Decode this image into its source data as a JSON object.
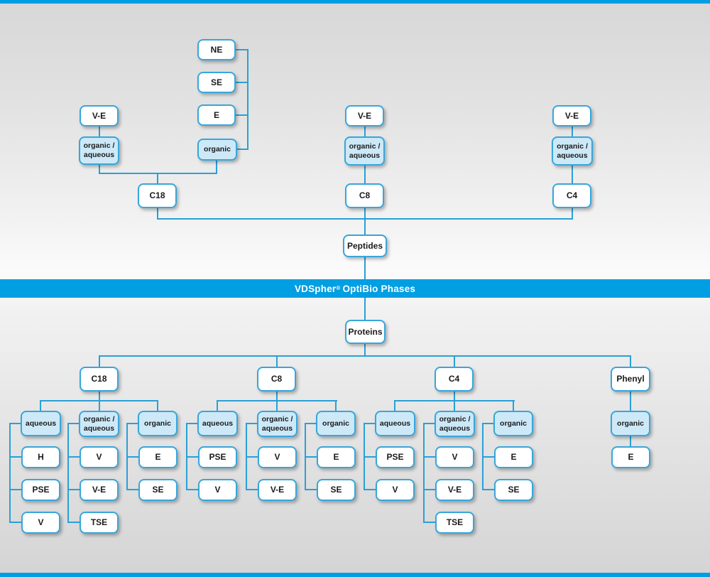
{
  "colors": {
    "banner_blue": "#009ee2",
    "line_blue": "#2aa0d7",
    "box_border_blue": "#38a6db",
    "box_fill_light_blue": "#cde9f8"
  },
  "banner": {
    "brand": "VDSpher",
    "registered": "®",
    "rest": "OptiBio Phases"
  },
  "peptides": {
    "root": "Peptides",
    "c18": {
      "label": "C18",
      "ve": "V-E",
      "organic_aqueous": "organic /\naqueous",
      "organic": "organic",
      "chain": [
        "NE",
        "SE",
        "E"
      ]
    },
    "c8": {
      "label": "C8",
      "ve": "V-E",
      "organic_aqueous": "organic /\naqueous"
    },
    "c4": {
      "label": "C4",
      "ve": "V-E",
      "organic_aqueous": "organic /\naqueous"
    }
  },
  "proteins": {
    "root": "Proteins",
    "columns": [
      {
        "label": "C18",
        "groups": [
          {
            "mode": "aqueous",
            "children": [
              "H",
              "PSE",
              "V"
            ]
          },
          {
            "mode": "organic /\naqueous",
            "children": [
              "V",
              "V-E",
              "TSE"
            ]
          },
          {
            "mode": "organic",
            "children": [
              "E",
              "SE"
            ]
          }
        ]
      },
      {
        "label": "C8",
        "groups": [
          {
            "mode": "aqueous",
            "children": [
              "PSE",
              "V"
            ]
          },
          {
            "mode": "organic /\naqueous",
            "children": [
              "V",
              "V-E"
            ]
          },
          {
            "mode": "organic",
            "children": [
              "E",
              "SE"
            ]
          }
        ]
      },
      {
        "label": "C4",
        "groups": [
          {
            "mode": "aqueous",
            "children": [
              "PSE",
              "V"
            ]
          },
          {
            "mode": "organic /\naqueous",
            "children": [
              "V",
              "V-E",
              "TSE"
            ]
          },
          {
            "mode": "organic",
            "children": [
              "E",
              "SE"
            ]
          }
        ]
      },
      {
        "label": "Phenyl",
        "groups": [
          {
            "mode": "organic",
            "children": [
              "E"
            ]
          }
        ]
      }
    ]
  }
}
